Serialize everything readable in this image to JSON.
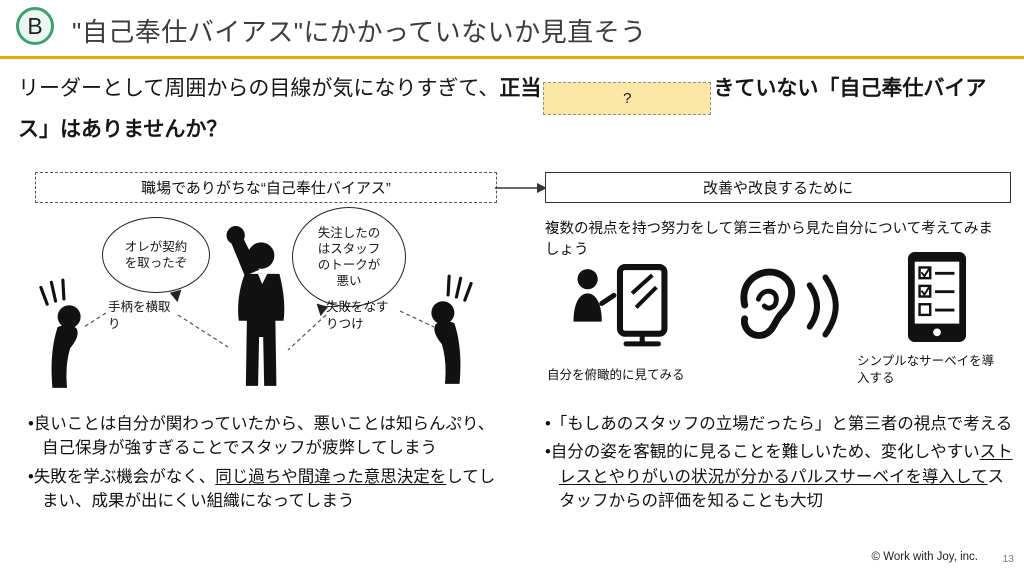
{
  "slide": {
    "badge": "B",
    "title": "\"自己奉仕バイアス\"にかかっていないか見直そう",
    "footer": "© Work with Joy, inc.",
    "page_number": "13",
    "accent_color": "#F0A30A",
    "badge_border_color": "#3FA06E",
    "redaction_fill_color": "#FBE8A9"
  },
  "lead": {
    "part1": "リーダーとして周囲からの目線が気になりすぎて、",
    "bold_before_box": "正当",
    "redaction_text": "?",
    "bold_after_box": "きていない「自己奉仕バイアス」はありませんか？"
  },
  "workplace_panel": {
    "header": "職場でありがちな“自己奉仕バイアス”",
    "speech_bubble_boast": "オレが契約\nを取ったぞ",
    "speech_bubble_blame": "失注したの\nはスタッフ\nのトークが\n悪い",
    "label_credit": "手柄を横取\nり",
    "label_blame": "失敗をなす\nりつけ",
    "icons": [
      "dejected-person-left-icon",
      "triumphant-person-icon",
      "dejected-person-right-icon"
    ],
    "bullets": [
      {
        "segments": [
          {
            "t": "•良いことは自分が関わっていたから、悪いことは知らんぷり、自己保身が強すぎることでスタッフが疲弊してしまう",
            "u": false
          }
        ]
      },
      {
        "segments": [
          {
            "t": "•失敗を学ぶ機会がなく、",
            "u": false
          },
          {
            "t": "同じ過ちや間違った意思決定を",
            "u": true
          },
          {
            "t": "してしまい、成果が出にくい組織になってしまう",
            "u": false
          }
        ]
      }
    ]
  },
  "improvement_panel": {
    "header": "改善や改良するために",
    "intro": "複数の視点を持つ努力をして第三者から見た自分について考えてみましょう",
    "caption_mirror": "自分を俯瞰的に見てみる",
    "caption_survey": "シンプルなサーベイを導入する",
    "icons": [
      "person-mirror-icon",
      "ear-listening-icon",
      "survey-tablet-icon"
    ],
    "bullets": [
      {
        "segments": [
          {
            "t": "•「もしあのスタッフの立場だったら」と第三者の視点で考える",
            "u": false
          }
        ]
      },
      {
        "segments": [
          {
            "t": "•自分の姿を客観的に見ることを難しいため、変化しやすい",
            "u": false
          },
          {
            "t": "ストレスとやりがいの状況が分かるパルスサーベイを導入して",
            "u": true
          },
          {
            "t": "スタッフからの評価を知ることも大切",
            "u": false
          }
        ]
      }
    ]
  }
}
